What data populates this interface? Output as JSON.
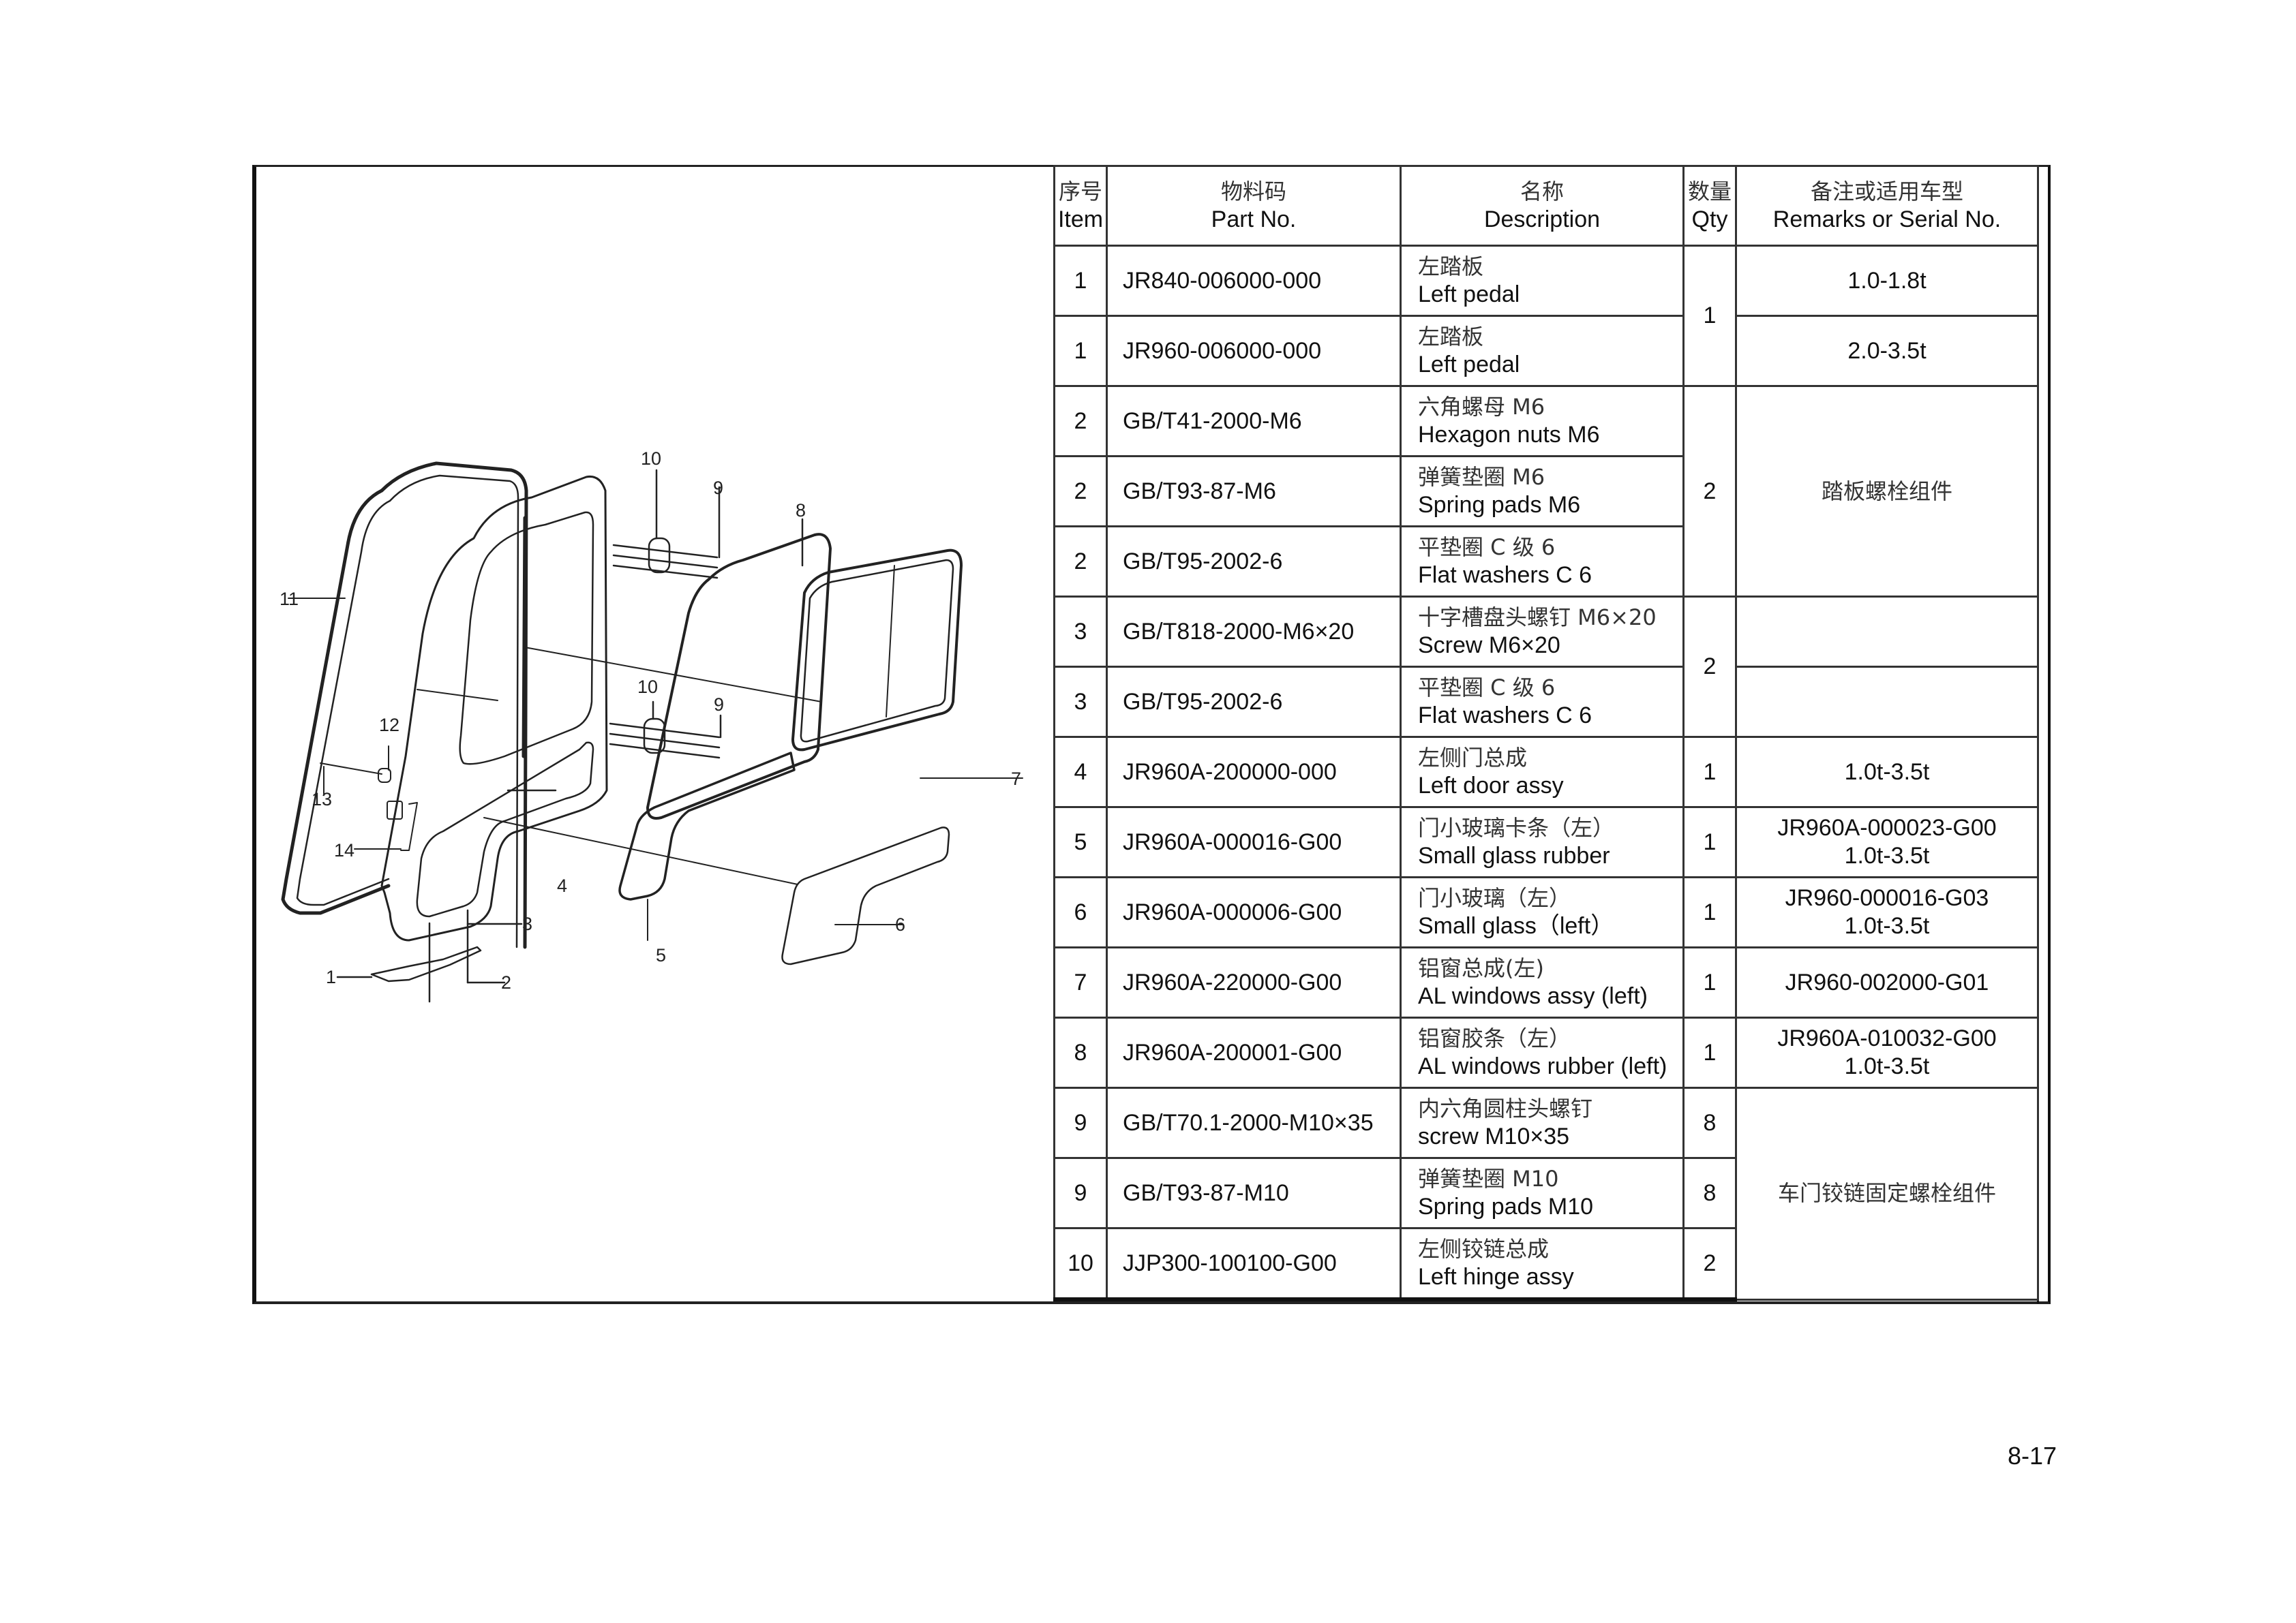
{
  "page_number": "8-17",
  "diagram": {
    "title": "Left door assembly exploded view",
    "callouts": [
      "1",
      "2",
      "3",
      "4",
      "5",
      "6",
      "7",
      "8",
      "9",
      "9",
      "10",
      "10",
      "11",
      "12",
      "13",
      "14"
    ]
  },
  "table": {
    "headers": {
      "item": {
        "zh": "序号",
        "en": "Item"
      },
      "part_no": {
        "zh": "物料码",
        "en": "Part No."
      },
      "description": {
        "zh": "名称",
        "en": "Description"
      },
      "qty": {
        "zh": "数量",
        "en": "Qty"
      },
      "remarks": {
        "zh": "备注或适用车型",
        "en": "Remarks or Serial No."
      }
    },
    "rows": [
      {
        "item": "1",
        "part_no": "JR840-006000-000",
        "desc_zh": "左踏板",
        "desc_en": "Left pedal"
      },
      {
        "item": "1",
        "part_no": "JR960-006000-000",
        "desc_zh": "左踏板",
        "desc_en": "Left pedal"
      },
      {
        "item": "2",
        "part_no": "GB/T41-2000-M6",
        "desc_zh": "六角螺母 M6",
        "desc_en": "Hexagon nuts M6"
      },
      {
        "item": "2",
        "part_no": "GB/T93-87-M6",
        "desc_zh": "弹簧垫圈 M6",
        "desc_en": "Spring pads M6"
      },
      {
        "item": "2",
        "part_no": "GB/T95-2002-6",
        "desc_zh": "平垫圈  C 级  6",
        "desc_en": "Flat washers C 6"
      },
      {
        "item": "3",
        "part_no": "GB/T818-2000-M6×20",
        "desc_zh": "十字槽盘头螺钉 M6×20",
        "desc_en": "Screw M6×20"
      },
      {
        "item": "3",
        "part_no": "GB/T95-2002-6",
        "desc_zh": "平垫圈  C 级  6",
        "desc_en": "Flat washers C 6"
      },
      {
        "item": "4",
        "part_no": "JR960A-200000-000",
        "desc_zh": "左侧门总成",
        "desc_en": "Left door assy"
      },
      {
        "item": "5",
        "part_no": "JR960A-000016-G00",
        "desc_zh": "门小玻璃卡条（左）",
        "desc_en": "Small glass rubber"
      },
      {
        "item": "6",
        "part_no": "JR960A-000006-G00",
        "desc_zh": "门小玻璃（左）",
        "desc_en": "Small glass（left）"
      },
      {
        "item": "7",
        "part_no": "JR960A-220000-G00",
        "desc_zh": "铝窗总成(左)",
        "desc_en": "AL windows assy (left)"
      },
      {
        "item": "8",
        "part_no": "JR960A-200001-G00",
        "desc_zh": "铝窗胶条（左）",
        "desc_en": "AL windows rubber (left)"
      },
      {
        "item": "9",
        "part_no": "GB/T70.1-2000-M10×35",
        "desc_zh": "内六角圆柱头螺钉",
        "desc_en": "screw M10×35"
      },
      {
        "item": "9",
        "part_no": "GB/T93-87-M10",
        "desc_zh": "弹簧垫圈 M10",
        "desc_en": "Spring pads M10"
      },
      {
        "item": "10",
        "part_no": "JJP300-100100-G00",
        "desc_zh": "左侧铰链总成",
        "desc_en": "Left hinge assy"
      }
    ],
    "qty": {
      "rows_1_2": "1",
      "rows_3_5": "2",
      "rows_6_7": "2",
      "row_8": "1",
      "row_9": "1",
      "row_10": "1",
      "row_11": "1",
      "row_12": "1",
      "row_13": "8",
      "row_14": "8",
      "row_15": "2"
    },
    "remarks": {
      "row_1": "1.0-1.8t",
      "row_2": "2.0-3.5t",
      "rows_3_5": "踏板螺栓组件",
      "row_6": "",
      "row_7": "",
      "row_8": "1.0t-3.5t",
      "row_9": [
        "JR960A-000023-G00",
        "1.0t-3.5t"
      ],
      "row_10": [
        "JR960-000016-G03",
        "1.0t-3.5t"
      ],
      "row_11": "JR960-002000-G01",
      "row_12": [
        "JR960A-010032-G00",
        "1.0t-3.5t"
      ],
      "rows_13_15": "车门铰链固定螺栓组件"
    }
  }
}
